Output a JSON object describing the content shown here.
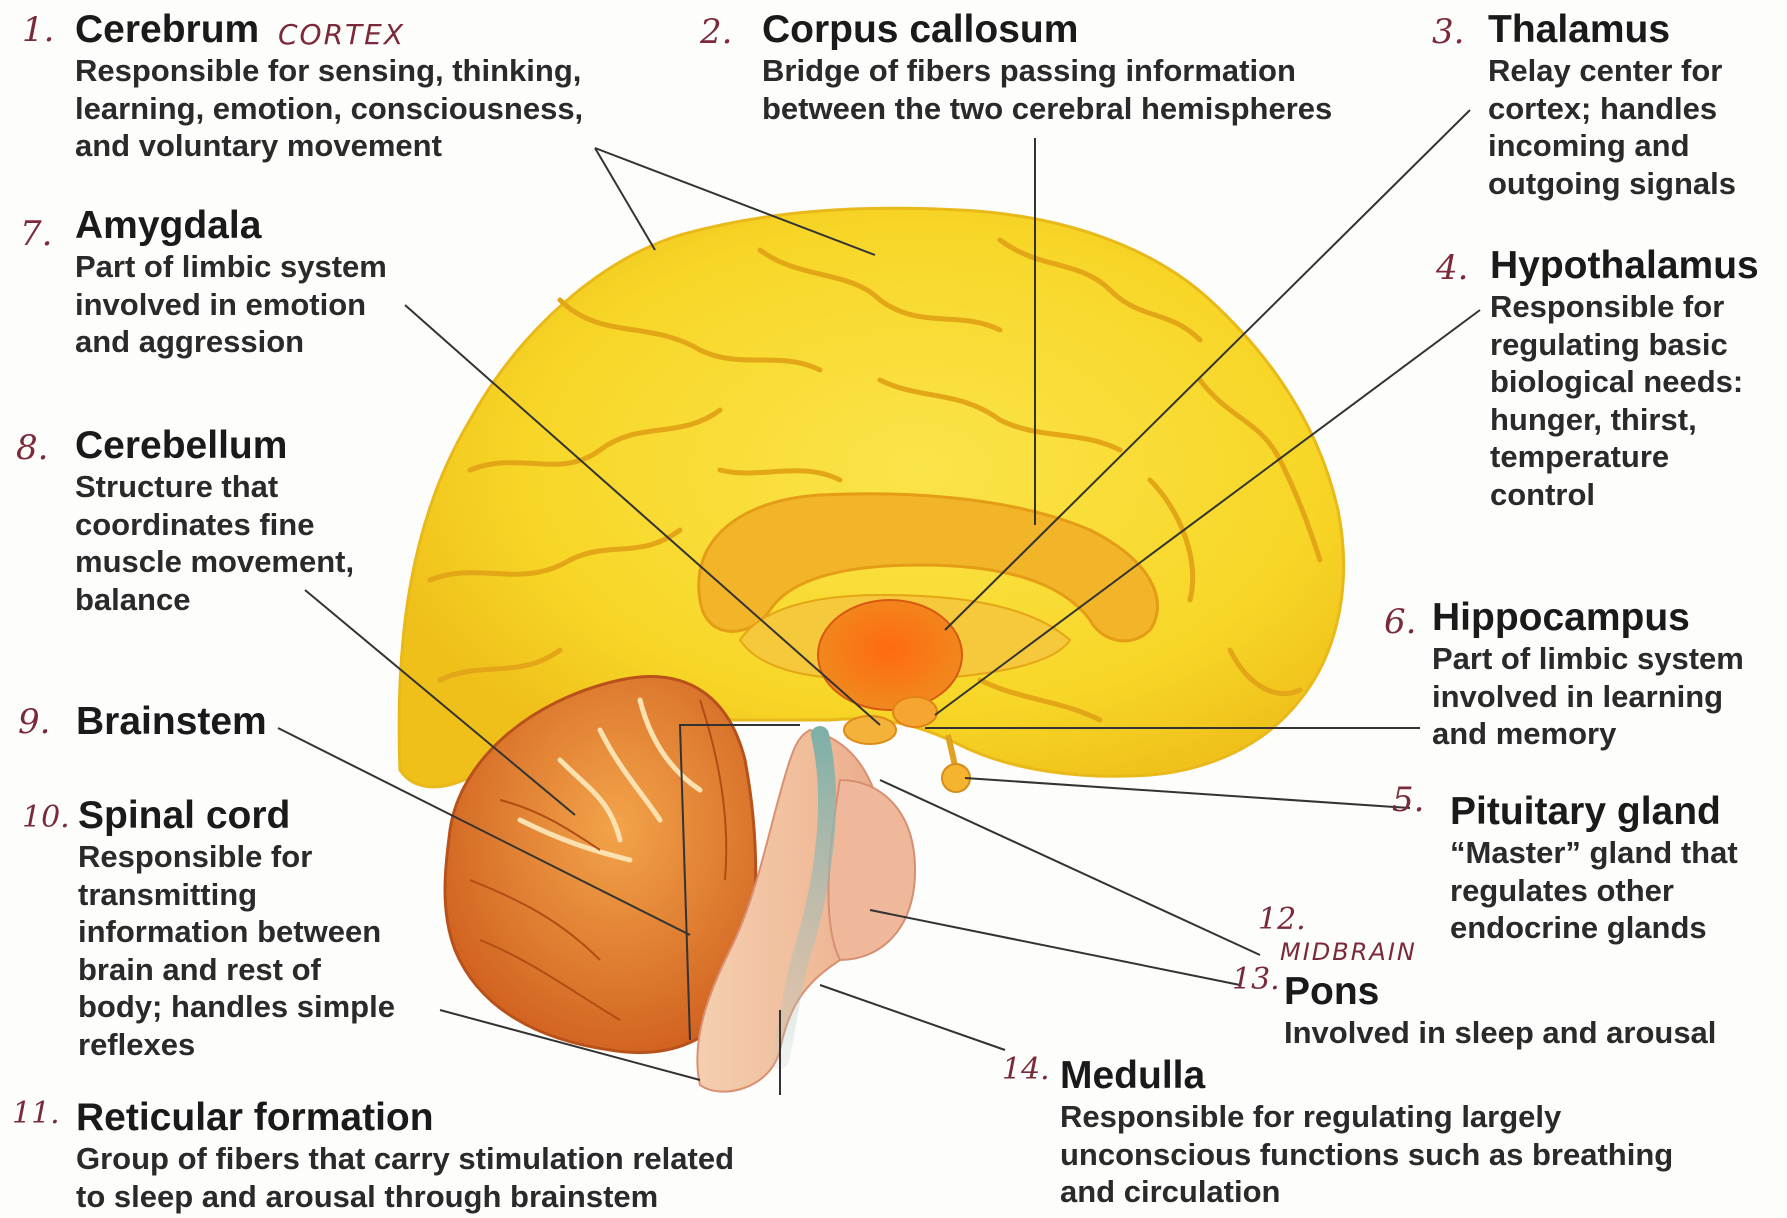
{
  "colors": {
    "cortex": "#f7d92b",
    "cortex_dark": "#efb81c",
    "cerebellum": "#e88a2a",
    "thalamus": "#f0701a",
    "brainstem": "#f2c6a6",
    "leader_line": "#333333",
    "handwriting": "#7a2a3a"
  },
  "labels": [
    {
      "id": "cerebrum",
      "number": "1.",
      "title": "Cerebrum",
      "note": "CORTEX",
      "lines": [
        "Responsible for sensing, thinking,",
        "learning, emotion, consciousness,",
        "and voluntary movement"
      ]
    },
    {
      "id": "corpus-callosum",
      "number": "2.",
      "title": "Corpus callosum",
      "lines": [
        "Bridge of fibers passing information",
        "between the two cerebral hemispheres"
      ]
    },
    {
      "id": "thalamus",
      "number": "3.",
      "title": "Thalamus",
      "lines": [
        "Relay center for",
        "cortex; handles",
        "incoming and",
        "outgoing signals"
      ]
    },
    {
      "id": "hypothalamus",
      "number": "4.",
      "title": "Hypothalamus",
      "lines": [
        "Responsible for",
        "regulating basic",
        "biological needs:",
        "hunger, thirst,",
        "temperature",
        "control"
      ]
    },
    {
      "id": "pituitary-gland",
      "number": "5.",
      "title": "Pituitary gland",
      "lines": [
        "“Master” gland that",
        "regulates other",
        "endocrine glands"
      ]
    },
    {
      "id": "hippocampus",
      "number": "6.",
      "title": "Hippocampus",
      "lines": [
        "Part of limbic system",
        "involved in learning",
        "and memory"
      ]
    },
    {
      "id": "amygdala",
      "number": "7.",
      "title": "Amygdala",
      "lines": [
        "Part of limbic system",
        "involved in emotion",
        "and aggression"
      ]
    },
    {
      "id": "cerebellum",
      "number": "8.",
      "title": "Cerebellum",
      "lines": [
        "Structure that",
        "coordinates fine",
        "muscle movement,",
        "balance"
      ]
    },
    {
      "id": "brainstem",
      "number": "9.",
      "title": "Brainstem",
      "lines": []
    },
    {
      "id": "spinal-cord",
      "number": "10.",
      "title": "Spinal cord",
      "lines": [
        "Responsible for",
        "transmitting",
        "information between",
        "brain and rest of",
        "body; handles simple",
        "reflexes"
      ]
    },
    {
      "id": "reticular-formation",
      "number": "11.",
      "title": "Reticular formation",
      "lines": [
        "Group of fibers that carry stimulation related",
        "to sleep and arousal through brainstem"
      ]
    },
    {
      "id": "midbrain",
      "number": "12.",
      "title": "MIDBRAIN",
      "handwritten": true,
      "lines": []
    },
    {
      "id": "pons",
      "number": "13.",
      "title": "Pons",
      "lines": [
        "Involved in sleep and arousal"
      ]
    },
    {
      "id": "medulla",
      "number": "14.",
      "title": "Medulla",
      "lines": [
        "Responsible for regulating largely",
        "unconscious functions such as breathing",
        "and circulation"
      ]
    }
  ]
}
